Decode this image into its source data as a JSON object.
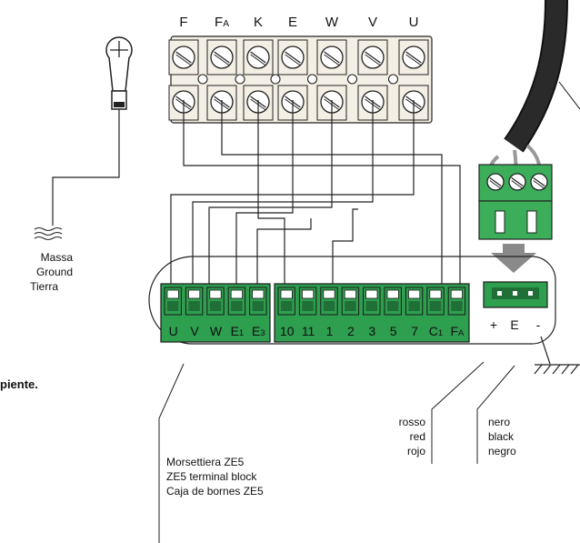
{
  "top_terminals": {
    "labels": [
      "F",
      "F",
      "K",
      "E",
      "W",
      "V",
      "U"
    ],
    "subscripts": [
      "",
      "A",
      "",
      "",
      "",
      "",
      ""
    ]
  },
  "ground": {
    "line1": "Massa",
    "line2": "Ground",
    "line3": "Tierra"
  },
  "zeb_block_left": {
    "labels": [
      "U",
      "V",
      "W",
      "E",
      "E"
    ],
    "subscripts": [
      "",
      "",
      "",
      "1",
      "3"
    ]
  },
  "zeb_block_right": {
    "labels": [
      "10",
      "11",
      "1",
      "2",
      "3",
      "5",
      "7",
      "C",
      "F"
    ],
    "subscripts": [
      "",
      "",
      "",
      "",
      "",
      "",
      "",
      "1",
      "A"
    ]
  },
  "power_block": {
    "labels": [
      "+",
      "E",
      "-"
    ]
  },
  "partial_text": "piente.",
  "wire_left": {
    "line1": "rosso",
    "line2": "red",
    "line3": "rojo"
  },
  "wire_right": {
    "line1": "nero",
    "line2": "black",
    "line3": "negro"
  },
  "caption": {
    "line1": "Morsettiera ZE5",
    "line2": "ZE5 terminal block",
    "line3": "Caja de bornes ZE5"
  },
  "colors": {
    "terminal_green": "#2e9e4f",
    "terminal_green_dark": "#1f6f37",
    "connector_green": "#3cae5a",
    "cable_black": "#111111",
    "arrow_gray": "#8a8a8a",
    "strip_cream": "#f4efe4"
  }
}
